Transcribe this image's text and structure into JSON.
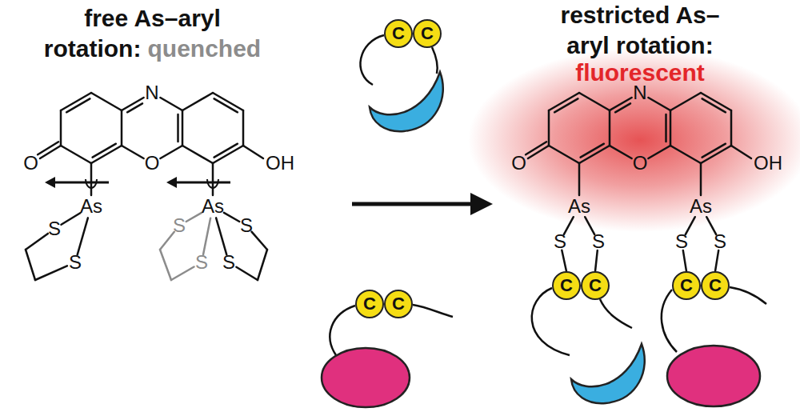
{
  "diagram": {
    "nodes": [
      {
        "text": [
          "C"
        ]
      },
      {
        "text": [
          "C"
        ]
      },
      {
        "text": [
          "C"
        ]
      },
      {
        "text": [
          "C"
        ]
      },
      {
        "text": [
          "C"
        ]
      },
      {
        "text": [
          "C"
        ]
      },
      {
        "text": [
          "C"
        ]
      },
      {
        "text": [
          "C"
        ]
      }
    ],
    "labels": [
      "free As–aryl rotation:",
      "quenched",
      "restricted As–aryl rotation:",
      "fluorescent",
      "N",
      "O",
      "O",
      "OH",
      "As",
      "S",
      "S",
      "As",
      "S",
      "S",
      "S",
      "S",
      "N",
      "O",
      "O",
      "OH",
      "As",
      "As",
      "S",
      "S",
      "S",
      "S"
    ]
  }
}
